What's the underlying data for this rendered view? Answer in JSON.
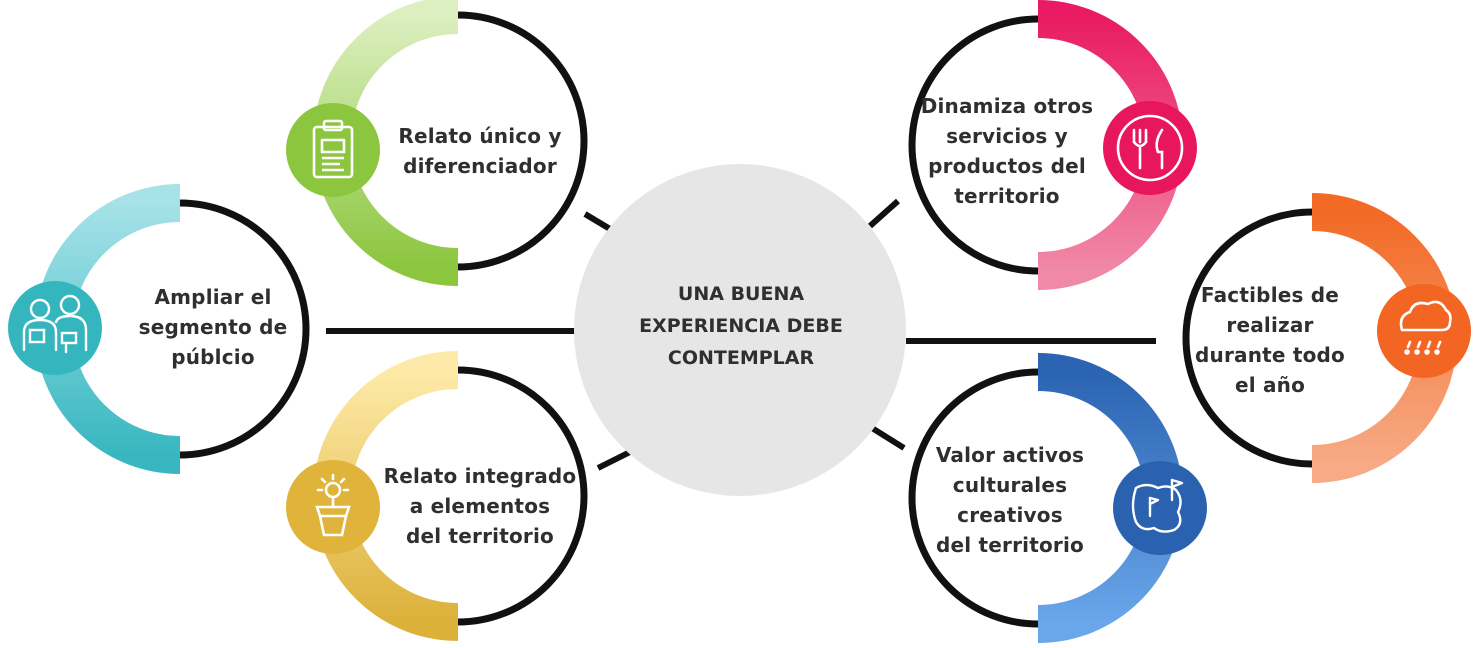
{
  "center": {
    "lines": [
      "UNA BUENA",
      "EXPERIENCIA DEBE",
      "CONTEMPLAR"
    ]
  },
  "nodes": [
    {
      "id": "relato-unico",
      "lines": [
        "Relato único y",
        "diferenciador"
      ],
      "icon": "clipboard-icon",
      "color_light": "#d9ecb8",
      "color_dark": "#8cc63f"
    },
    {
      "id": "ampliar-segmento",
      "lines": [
        "Ampliar el",
        "segmento de",
        "públcio"
      ],
      "icon": "people-icon",
      "color_light": "#9fe0e6",
      "color_dark": "#35b6bf"
    },
    {
      "id": "relato-integrado",
      "lines": [
        "Relato integrado",
        "a elementos",
        "del territorio"
      ],
      "icon": "plant-pot-icon",
      "color_light": "#fde9a6",
      "color_dark": "#e0b43a"
    },
    {
      "id": "dinamiza",
      "lines": [
        "Dinamiza otros",
        "servicios y",
        "productos del",
        "territorio"
      ],
      "icon": "fork-knife-icon",
      "color_light": "#f07aa0",
      "color_dark": "#e8175d"
    },
    {
      "id": "factibles",
      "lines": [
        "Factibles de",
        "realizar",
        "durante todo",
        "el año"
      ],
      "icon": "rain-cloud-icon",
      "color_light": "#f7a67e",
      "color_dark": "#f26522"
    },
    {
      "id": "valor-activos",
      "lines": [
        "Valor activos",
        "culturales",
        "creativos",
        "del territorio"
      ],
      "icon": "territory-map-icon",
      "color_light": "#6fa8e8",
      "color_dark": "#2a62b0"
    }
  ]
}
